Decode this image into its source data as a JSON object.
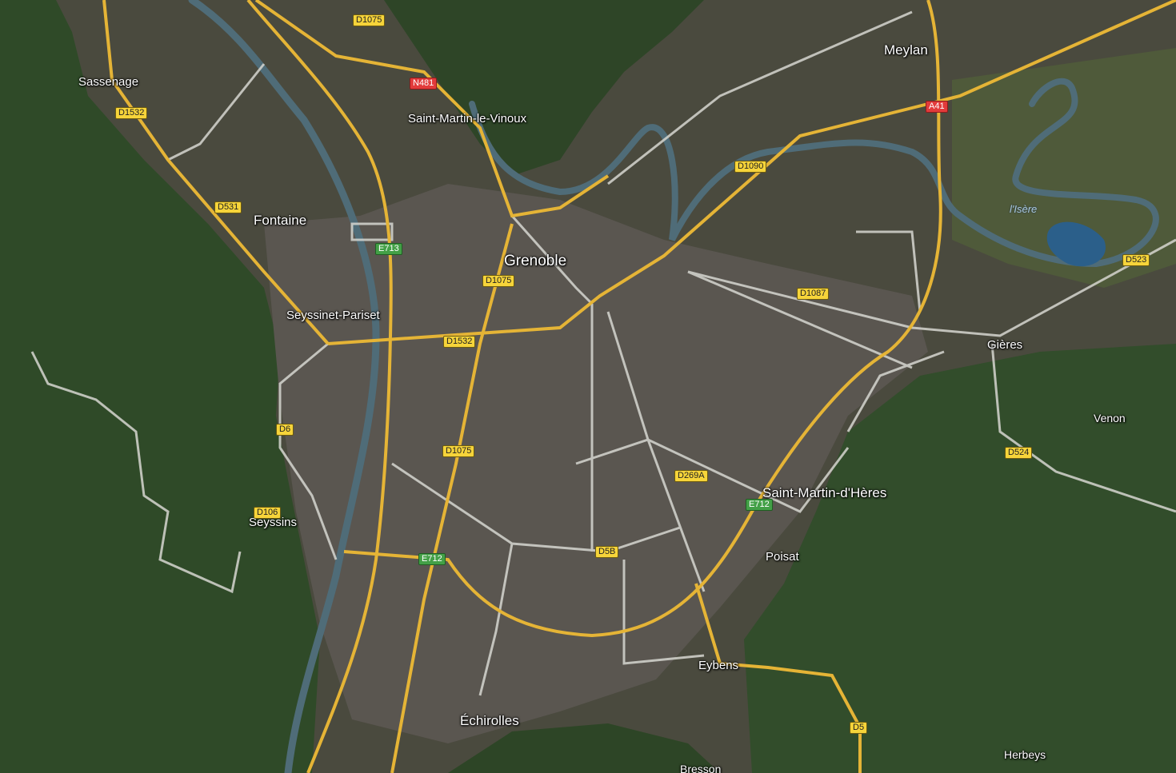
{
  "colors": {
    "valley": "#4a4a3e",
    "city": "#5a5650",
    "forest": "#2f4a28",
    "water": "#4f6c78",
    "major_road": "#e5b436",
    "minor_road": "#d6d6d0"
  },
  "places": {
    "sassenage": "Sassenage",
    "saint_martin_le_vinoux": "Saint-Martin-le-Vinoux",
    "meylan": "Meylan",
    "fontaine": "Fontaine",
    "grenoble": "Grenoble",
    "seyssinet_pariset": "Seyssinet-Pariset",
    "gieres": "Gières",
    "venon": "Venon",
    "saint_martin_dheres": "Saint-Martin-d'Hères",
    "seyssins": "Seyssins",
    "poisat": "Poisat",
    "eybens": "Eybens",
    "echirolles": "Échirolles",
    "herbeys": "Herbeys",
    "bresson": "Bresson"
  },
  "water_labels": {
    "isere": "l'Isère"
  },
  "road_shields": {
    "d1075_top": "D1075",
    "n481": "N481",
    "d1532_nw": "D1532",
    "a41": "A41",
    "d1090": "D1090",
    "d531": "D531",
    "e713": "E713",
    "d1075_mid": "D1075",
    "d523": "D523",
    "d1087": "D1087",
    "d1532_center": "D1532",
    "d6": "D6",
    "d1075_south": "D1075",
    "d524": "D524",
    "d269a": "D269A",
    "e712_east": "E712",
    "d106": "D106",
    "d5b": "D5B",
    "e712_south": "E712",
    "d5": "D5"
  }
}
